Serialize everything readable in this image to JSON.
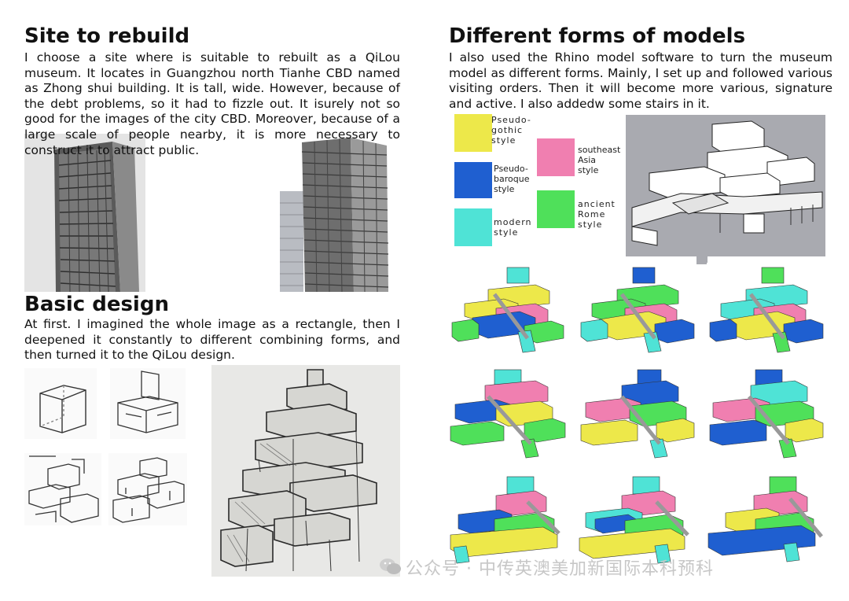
{
  "left": {
    "site_title": "Site to rebuild",
    "site_text": "I choose a site where is suitable to rebuilt as a QiLou museum. It locates in Guangzhou north Tianhe CBD named as Zhong shui building. It is tall, wide. However, because of the debt problems, so it had to fizzle out. It isurely not so good for the images of the city CBD. Moreover, because of a large scale of people nearby, it is more necessary to construct it to attract public.",
    "basic_title": "Basic design",
    "basic_text": "At first. I imagined the whole image as a rectangle, then I deepened it constantly to different combining forms, and then turned it to the QiLou design."
  },
  "right": {
    "forms_title": "Different forms of models",
    "forms_text": "I also used the Rhino model software to turn the museum model as different forms. Mainly, I set up and followed various visiting orders. Then it will become more various, signature and active. I also addedw some stairs in it.",
    "legend": [
      {
        "label": "Pseudo-\ngothic\nstyle",
        "color": "#ede84a"
      },
      {
        "label": "Pseudo-\nbaroque\nstyle",
        "color": "#1f5fd0"
      },
      {
        "label": "modern\nstyle",
        "color": "#4fe3d6"
      },
      {
        "label": "southeast\nAsia\nstyle",
        "color": "#f07fb0"
      },
      {
        "label": "ancient\nRome\nstyle",
        "color": "#4fe05a"
      }
    ]
  },
  "watermark": "公众号 · 中传英澳美加新国际本科预科",
  "colors": {
    "yellow": "#ede84a",
    "blue": "#1f5fd0",
    "cyan": "#4fe3d6",
    "pink": "#f07fb0",
    "green": "#4fe05a",
    "grey": "#9e9ea0"
  }
}
